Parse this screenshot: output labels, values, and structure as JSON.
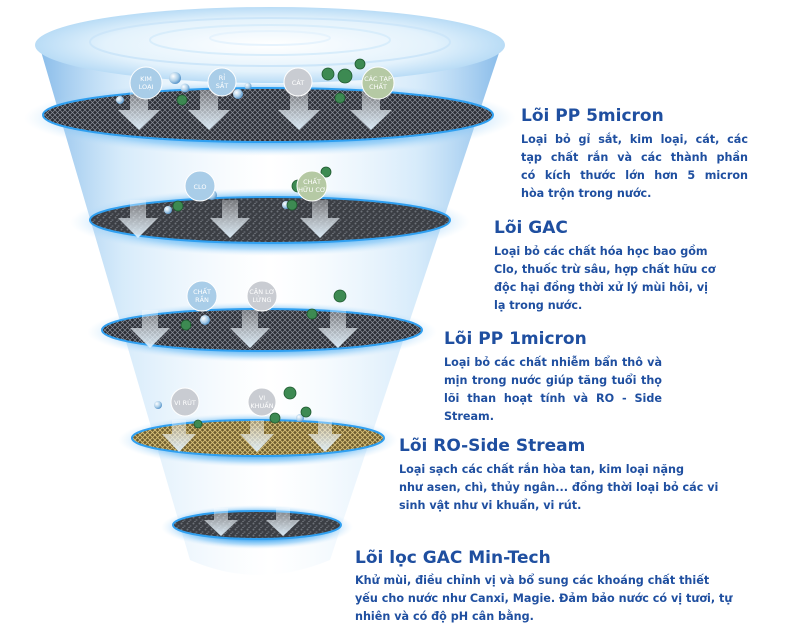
{
  "stages": [
    {
      "title": "Lõi PP 5micron",
      "desc": [
        "Loại bỏ gỉ sắt, kim loại, cát, các",
        "tạp chất rắn và các thành phần",
        "có kích thước lớn hơn 5 micron",
        "hòa trộn trong nước."
      ],
      "particles": [
        [
          "KIM",
          "LOẠI"
        ],
        [
          "RỈ",
          "SẮT"
        ],
        [
          "CÁT"
        ],
        [
          "CÁC TẠP",
          "CHẤT"
        ]
      ]
    },
    {
      "title": "Lõi GAC",
      "desc": [
        "Loại bỏ các chất hóa học bao gồm",
        "Clo, thuốc trừ sâu, hợp chất hữu cơ",
        "độc hại đồng thời xử lý mùi hôi, vị",
        "lạ trong nước."
      ],
      "particles": [
        [
          "CLO"
        ],
        [
          "CHẤT",
          "HỮU CƠ"
        ]
      ]
    },
    {
      "title": "Lõi PP 1micron",
      "desc": [
        "Loại bỏ các chất nhiễm bẩn thô và",
        "mịn trong nước giúp tăng tuổi thọ",
        "lõi than hoạt tính và RO - Side",
        "Stream."
      ],
      "particles": [
        [
          "CHẤT",
          "RẮN"
        ],
        [
          "CẶN LƠ",
          "LỬNG"
        ]
      ]
    },
    {
      "title": "Lõi RO-Side Stream",
      "desc": [
        "Loại sạch các chất rắn hòa tan, kim loại nặng",
        "như asen, chì, thủy ngân... đồng thời loại bỏ các vi",
        "sinh vật như vi khuẩn, vi rút."
      ],
      "particles": [
        [
          "VI RÚT"
        ],
        [
          "VI",
          "KHUẨN"
        ]
      ]
    },
    {
      "title": "Lõi lọc GAC Min-Tech",
      "desc": [
        "Khử mùi, điều chỉnh vị và bổ sung các khoáng chất thiết",
        "yếu cho nước như Canxi, Magie. Đảm bảo nước có vị tươi, tự",
        "nhiên và có độ pH cân bằng."
      ],
      "particles": []
    }
  ],
  "colors": {
    "title": "#1f4fa0",
    "water": "#cfe8fb",
    "glow": "#2f9ff0",
    "mesh": "#3a3d44",
    "gold": "#b59a4c",
    "bacteria": "#3d8a52",
    "bubble_blue": "#a9cde8",
    "bubble_grey": "#c9ccd2",
    "bubble_green": "#b5c9a4"
  }
}
